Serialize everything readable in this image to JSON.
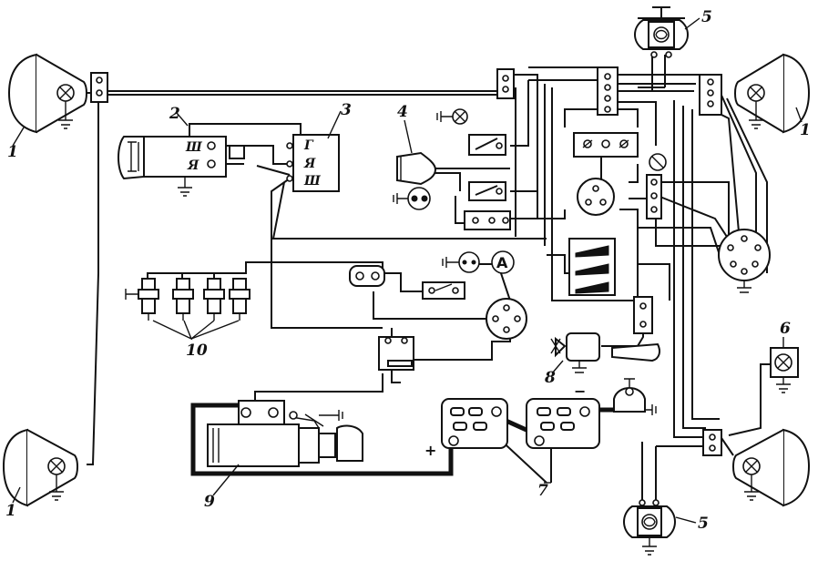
{
  "labels": {
    "headlight": "1",
    "generator": "2",
    "relay_regulator": "3",
    "horn": "4",
    "side_light": "5",
    "small_lamp": "6",
    "battery": "7",
    "heater_motor": "8",
    "starter": "9",
    "spark_plugs": "10"
  },
  "terminals": {
    "gen_field": "Ш",
    "gen_armature": "Я",
    "reg_g": "Г",
    "reg_ya": "Я",
    "reg_sh": "Ш"
  },
  "symbols": {
    "ammeter": "A",
    "plus": "+",
    "minus": "−"
  }
}
